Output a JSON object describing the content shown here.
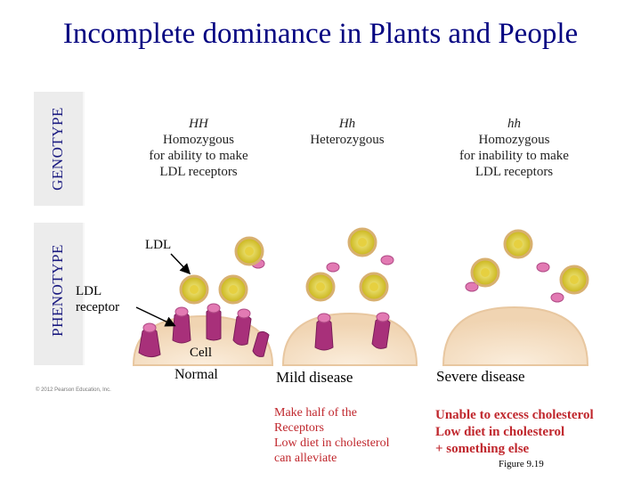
{
  "title": "Incomplete dominance in Plants and People",
  "genotype_label": "GENOTYPE",
  "phenotype_label": "PHENOTYPE",
  "genotypes": [
    {
      "symbol": "HH",
      "line1": "Homozygous",
      "line2": "for ability to make",
      "line3": "LDL receptors"
    },
    {
      "symbol": "Hh",
      "line1": "Heterozygous",
      "line2": "",
      "line3": ""
    },
    {
      "symbol": "hh",
      "line1": "Homozygous",
      "line2": "for inability to make",
      "line3": "LDL receptors"
    }
  ],
  "labels": {
    "ldl": "LDL",
    "receptor_line1": "LDL",
    "receptor_line2": "receptor",
    "cell": "Cell"
  },
  "phenotypes": [
    "Normal",
    "Mild disease",
    "Severe disease"
  ],
  "mild_notes": [
    "Make half of the",
    "Receptors",
    "Low diet in cholesterol",
    "can alleviate"
  ],
  "severe_notes": [
    "Unable to excess cholesterol",
    "Low diet in cholesterol",
    "+ something else"
  ],
  "figure_label": "Figure 9.19",
  "copyright": "© 2012 Pearson Education, Inc.",
  "colors": {
    "title": "#000080",
    "notes": "#c0272d",
    "cell": "#f2dcc0",
    "ldl": "#e0c828",
    "receptor": "#a8307a"
  }
}
